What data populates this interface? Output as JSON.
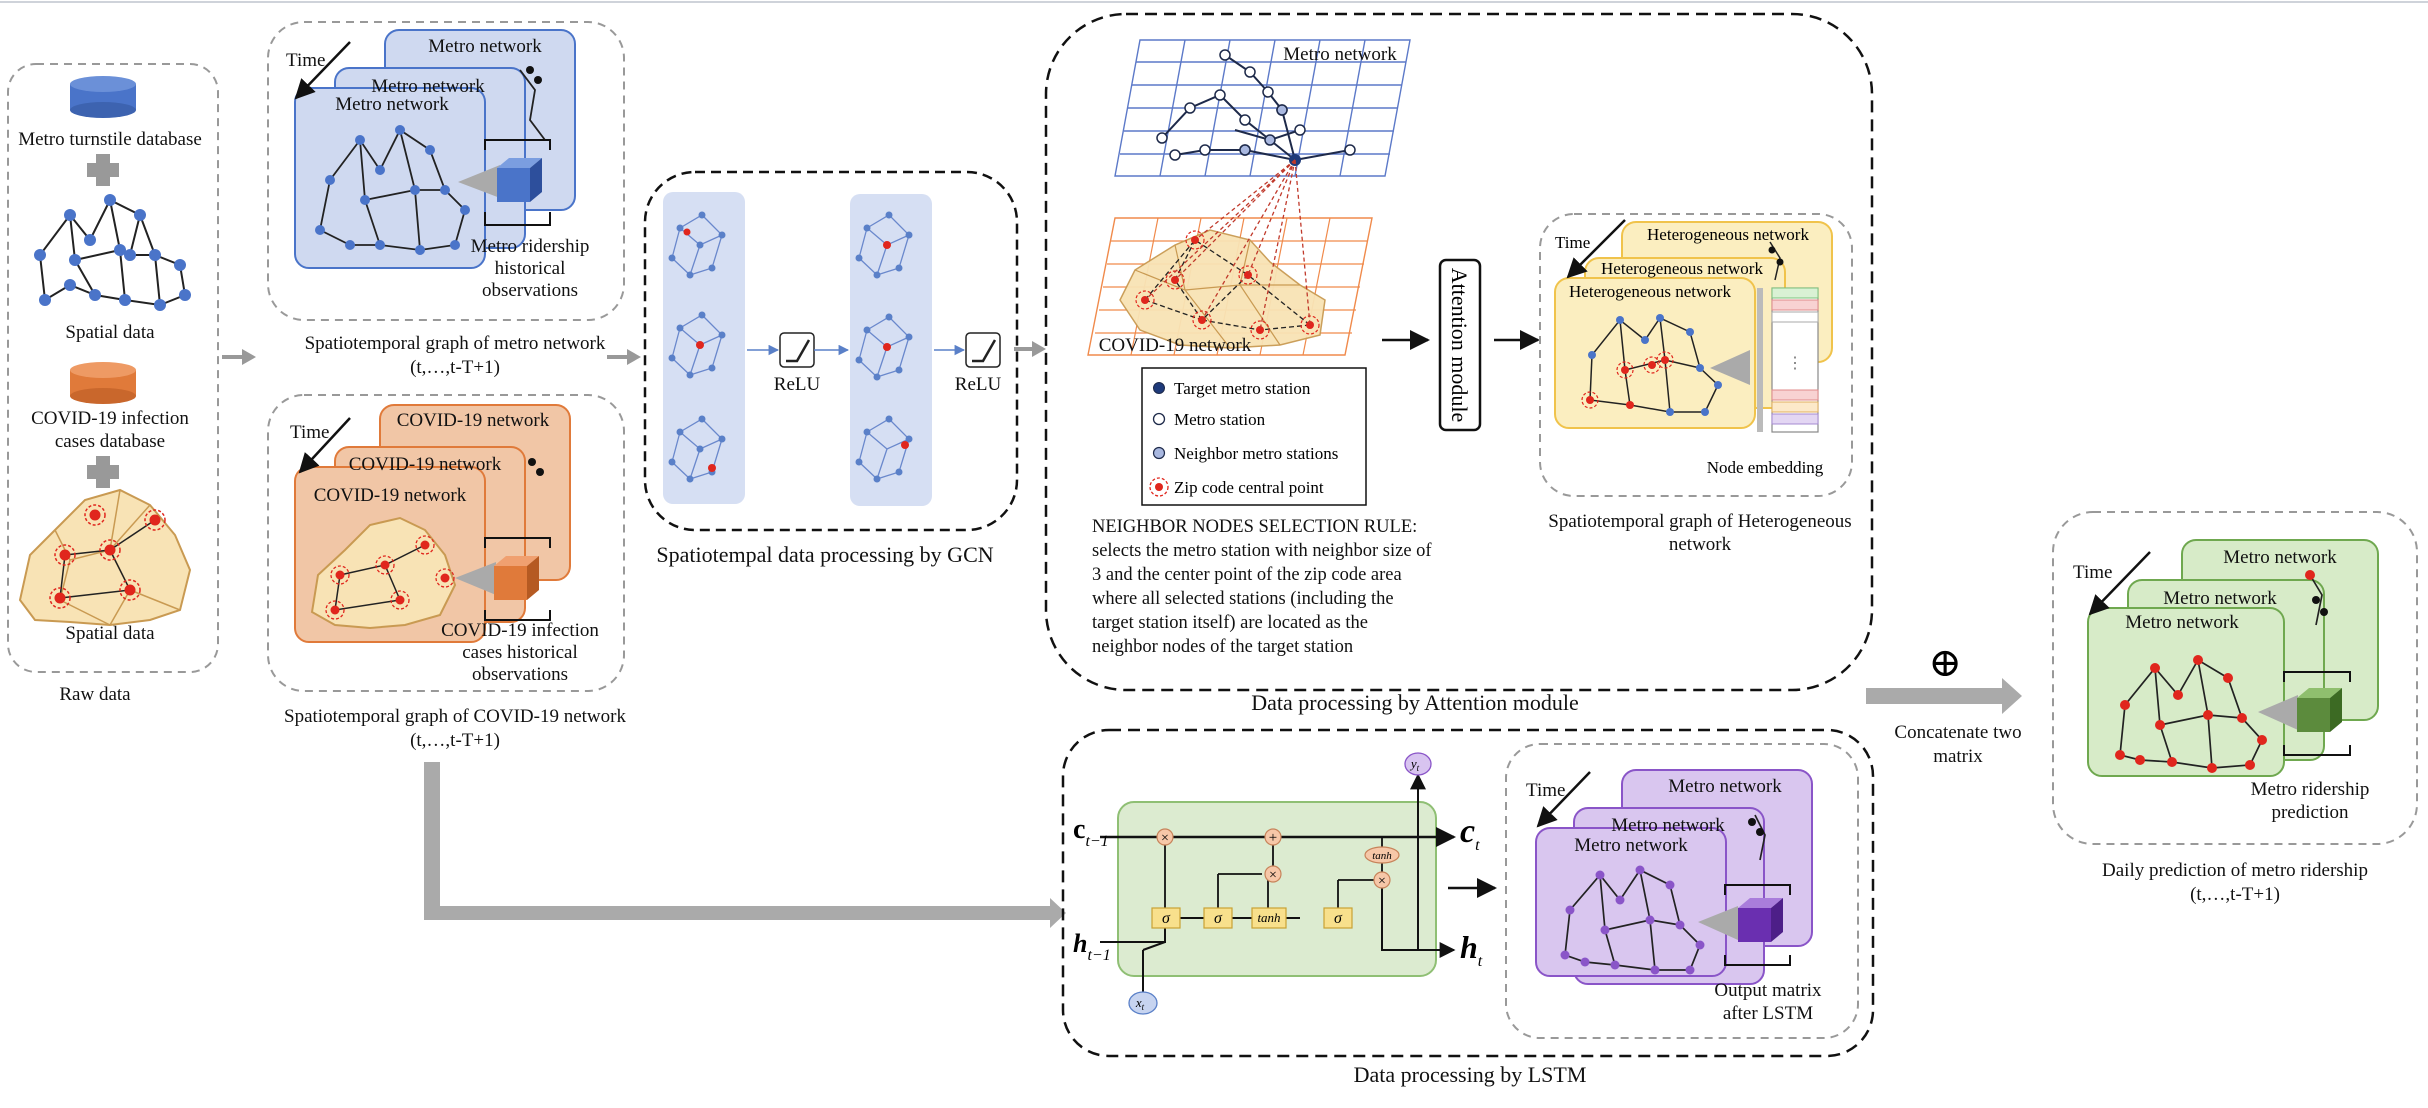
{
  "raw_data": {
    "db1_label": "Metro turnstile database",
    "spatial1_label": "Spatial data",
    "db2_label_line1": "COVID-19 infection",
    "db2_label_line2": "cases database",
    "spatial2_label": "Spatial data",
    "caption": "Raw data"
  },
  "metro_graph": {
    "time_label": "Time",
    "layer1": "Metro network",
    "layer2": "Metro network",
    "layer3": "Metro network",
    "obs_line1": "Metro ridership",
    "obs_line2": "historical",
    "obs_line3": "observations",
    "caption_line1": "Spatiotemporal graph of metro network",
    "caption_line2": "(t,…,t-T+1)"
  },
  "covid_graph": {
    "time_label": "Time",
    "layer1": "COVID-19 network",
    "layer2": "COVID-19 network",
    "layer3": "COVID-19 network",
    "obs_line1": "COVID-19 infection",
    "obs_line2": "cases historical",
    "obs_line3": "observations",
    "caption_line1": "Spatiotemporal graph of COVID-19 network",
    "caption_line2": "(t,…,t-T+1)"
  },
  "gcn": {
    "relu1": "ReLU",
    "relu2": "ReLU",
    "caption": "Spatiotempal data processing by GCN"
  },
  "attention": {
    "metro_network_label": "Metro network",
    "covid_network_label": "COVID-19 network",
    "legend": [
      "Target metro station",
      "Metro station",
      "Neighbor metro stations",
      "Zip code central point"
    ],
    "rule_title": "NEIGHBOR NODES SELECTION RULE:",
    "rule_lines": [
      "selects the metro station with neighbor size of",
      "3 and the center point of the zip code area",
      "where all selected stations (including the",
      "target station itself) are located as the",
      "neighbor nodes of the target station"
    ],
    "module_label": "Attention module",
    "caption": "Data processing by Attention module"
  },
  "hetero_graph": {
    "time_label": "Time",
    "layer1": "Heterogeneous network",
    "layer2": "Heterogeneous network",
    "layer3": "Heterogeneous network",
    "embedding_label": "Node embedding",
    "caption_line1": "Spatiotemporal graph of Heterogeneous",
    "caption_line2": "network"
  },
  "lstm": {
    "c_prev": "c",
    "c_prev_sub": "t−1",
    "h_prev": "h",
    "h_prev_sub": "t−1",
    "c_out": "c",
    "c_out_sub": "t",
    "h_out": "h",
    "h_out_sub": "t",
    "x_in": "x",
    "x_in_sub": "t",
    "y_out": "y",
    "y_out_sub": "t",
    "sigma": "σ",
    "tanh": "tanh",
    "mult": "×",
    "plus": "+",
    "time_label": "Time",
    "layer1": "Metro network",
    "layer2": "Metro network",
    "layer3": "Metro network",
    "out_line1": "Output matrix",
    "out_line2": "after LSTM",
    "caption": "Data processing by LSTM"
  },
  "concat": {
    "symbol": "⊕",
    "line1": "Concatenate two",
    "line2": "matrix"
  },
  "prediction": {
    "time_label": "Time",
    "layer1": "Metro network",
    "layer2": "Metro network",
    "layer3": "Metro network",
    "pred_line1": "Metro ridership",
    "pred_line2": "prediction",
    "caption_line1": "Daily prediction of metro ridership",
    "caption_line2": "(t,…,t-T+1)"
  },
  "colors": {
    "metro_fill": "#cfd9f0",
    "metro_stroke": "#4a74c9",
    "covid_fill": "#f1c6a6",
    "covid_stroke": "#e07a3a",
    "hetero_fill": "#fbeec0",
    "lstm_fill": "#d9c6ef",
    "lstm_stroke": "#8a55c8",
    "pred_fill": "#d7ebc8",
    "pred_stroke": "#6fa84f",
    "cell_fill": "#dcebd0",
    "node_red": "#e0261d",
    "node_blue": "#4a74c9"
  }
}
